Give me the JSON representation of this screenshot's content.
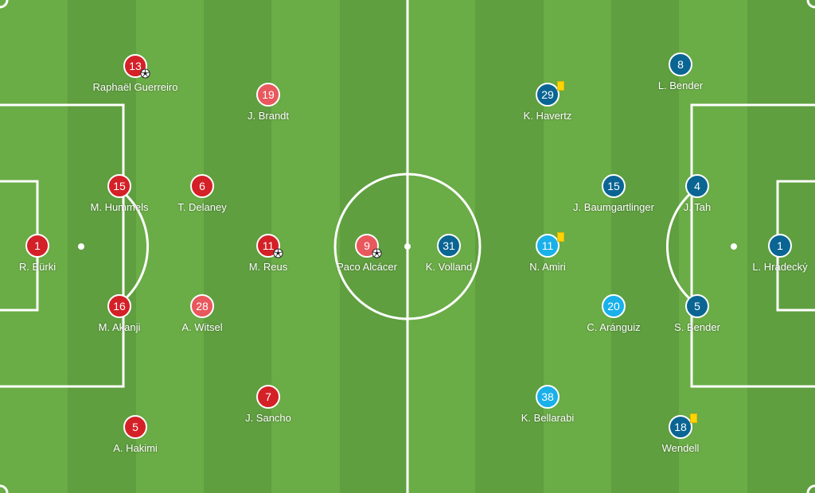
{
  "colors": {
    "home_dark": "#d42027",
    "home_light": "#e8585d",
    "away_dark": "#0a6593",
    "away_light": "#1ab0ea",
    "grass_light": "#6aac46",
    "grass_dark": "#5f9f3f",
    "line": "#ffffff",
    "card": "#ffd400"
  },
  "home": {
    "players": [
      {
        "number": "1",
        "name": "R. Bürki",
        "shade": "dark",
        "events": []
      },
      {
        "number": "13",
        "name": "Raphaël Guerreiro",
        "shade": "dark",
        "events": [
          "goal"
        ]
      },
      {
        "number": "15",
        "name": "M. Hummels",
        "shade": "dark",
        "events": []
      },
      {
        "number": "16",
        "name": "M. Akanji",
        "shade": "dark",
        "events": []
      },
      {
        "number": "5",
        "name": "A. Hakimi",
        "shade": "dark",
        "events": []
      },
      {
        "number": "6",
        "name": "T. Delaney",
        "shade": "dark",
        "events": []
      },
      {
        "number": "28",
        "name": "A. Witsel",
        "shade": "light",
        "events": []
      },
      {
        "number": "19",
        "name": "J. Brandt",
        "shade": "light",
        "events": []
      },
      {
        "number": "11",
        "name": "M. Reus",
        "shade": "dark",
        "events": [
          "goal"
        ]
      },
      {
        "number": "7",
        "name": "J. Sancho",
        "shade": "dark",
        "events": []
      },
      {
        "number": "9",
        "name": "Paco Alcácer",
        "shade": "light",
        "events": [
          "goal"
        ]
      }
    ]
  },
  "away": {
    "players": [
      {
        "number": "31",
        "name": "K. Volland",
        "shade": "dark",
        "events": []
      },
      {
        "number": "29",
        "name": "K. Havertz",
        "shade": "dark",
        "events": [
          "yellow-card"
        ]
      },
      {
        "number": "11",
        "name": "N. Amiri",
        "shade": "light",
        "events": [
          "yellow-card"
        ]
      },
      {
        "number": "38",
        "name": "K. Bellarabi",
        "shade": "light",
        "events": []
      },
      {
        "number": "15",
        "name": "J. Baumgartlinger",
        "shade": "dark",
        "events": []
      },
      {
        "number": "20",
        "name": "C. Aránguiz",
        "shade": "light",
        "events": []
      },
      {
        "number": "8",
        "name": "L. Bender",
        "shade": "dark",
        "events": []
      },
      {
        "number": "4",
        "name": "J. Tah",
        "shade": "dark",
        "events": []
      },
      {
        "number": "5",
        "name": "S. Bender",
        "shade": "dark",
        "events": []
      },
      {
        "number": "18",
        "name": "Wendell",
        "shade": "dark",
        "events": [
          "yellow-card"
        ]
      },
      {
        "number": "1",
        "name": "L. Hradecký",
        "shade": "dark",
        "events": []
      }
    ]
  }
}
